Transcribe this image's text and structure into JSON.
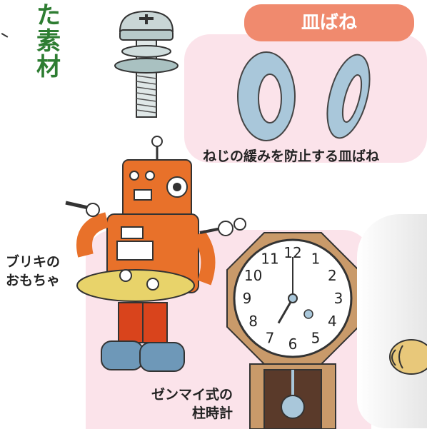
{
  "side_title": {
    "chars": [
      "た",
      "素",
      "材"
    ]
  },
  "spring_section": {
    "badge": "皿ばね",
    "caption": "ねじの緩みを防止する皿ばね"
  },
  "robot_section": {
    "label_line1": "ブリキの",
    "label_line2": "おもちゃ"
  },
  "clock_section": {
    "label_line1": "ゼンマイ式の",
    "label_line2": "柱時計",
    "numbers": [
      "12",
      "1",
      "2",
      "3",
      "4",
      "5",
      "6",
      "7",
      "8",
      "9",
      "10",
      "11"
    ],
    "time": {
      "hour": 7,
      "minute": 0
    }
  },
  "colors": {
    "accent_pink": "#fbe3ea",
    "badge": "#f08a6e",
    "title_green": "#2e7d32",
    "robot_orange": "#e8712a",
    "washer_blue": "#a9c7da",
    "clock_wood": "#c99a6a"
  }
}
